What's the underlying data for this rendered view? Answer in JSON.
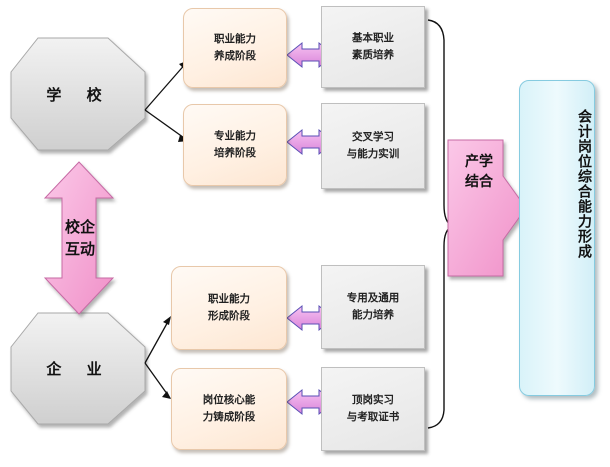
{
  "nodes": {
    "school": "学 校",
    "enterprise": "企 业",
    "interaction": "校企\n互动",
    "integration": "产学\n结合",
    "result": "会计岗位综合能力形成"
  },
  "stages": [
    {
      "stage": "职业能力\n养成阶段",
      "training": "基本职业\n素质培养"
    },
    {
      "stage": "专业能力\n培养阶段",
      "training": "交叉学习\n与能力实训"
    },
    {
      "stage": "职业能力\n形成阶段",
      "training": "专用及通用\n能力培养"
    },
    {
      "stage": "岗位核心能\n力铸成阶段",
      "training": "顶岗实习\n与考取证书"
    }
  ],
  "colors": {
    "octagon_fill": "#e4e4e4",
    "stage_box": "#fff0e2",
    "training_box": "#e6e6e6",
    "pink_arrow": "#f6a6d6",
    "double_arrow": "#e39be3",
    "result_fill": "#e2f6fb"
  }
}
